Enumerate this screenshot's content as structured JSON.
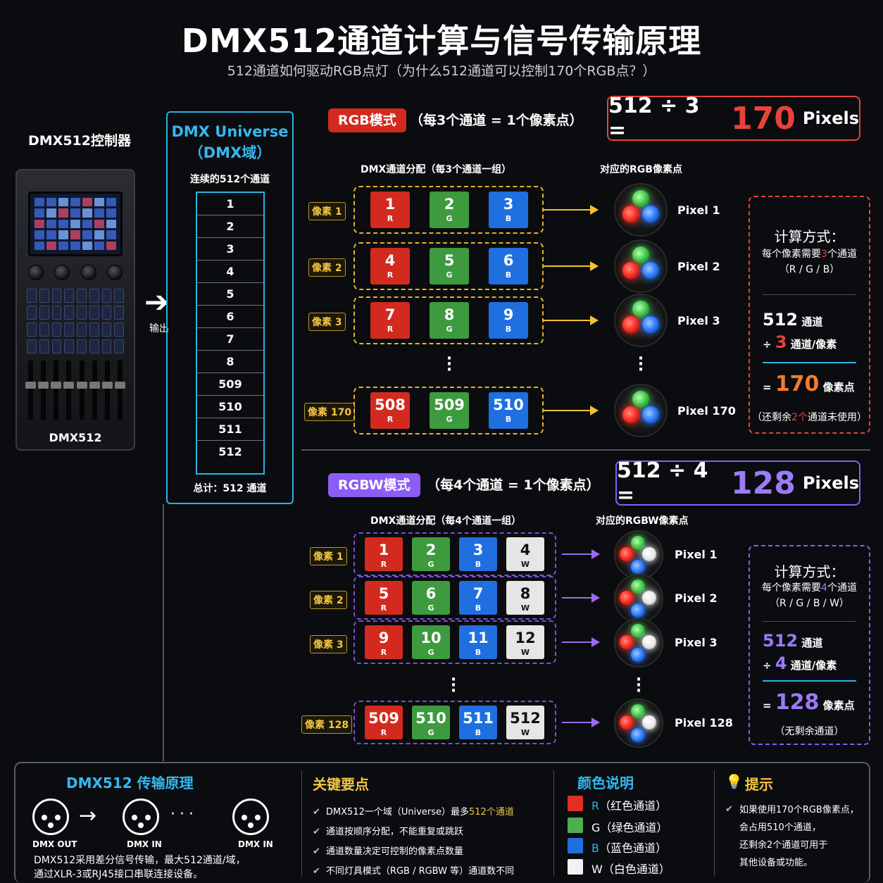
{
  "header": {
    "title": "DMX512通道计算与信号传输原理",
    "subtitle": "512通道如何驱动RGB点灯（为什么512通道可以控制170个RGB点？）"
  },
  "controller": {
    "label": "DMX512控制器",
    "name": "DMX512",
    "output_label": "输出"
  },
  "universe": {
    "title_line1": "DMX Universe",
    "title_line2": "（DMX域）",
    "subtitle": "连续的512个通道",
    "channels": [
      "1",
      "2",
      "3",
      "4",
      "5",
      "6",
      "7",
      "8",
      "509",
      "510",
      "511",
      "512"
    ],
    "total": "总计：512 通道"
  },
  "rgb": {
    "badge": "RGB模式",
    "desc": "（每3个通道 = 1个像素点）",
    "result": {
      "eq": "512 ÷ 3 =",
      "num": "170",
      "unit": "Pixels"
    },
    "col_channels": "DMX通道分配（每3个通道一组）",
    "col_pixels": "对应的RGB像素点",
    "rows": [
      {
        "label": "像素 1",
        "pixel": "Pixel 1",
        "chips": [
          {
            "n": "1",
            "l": "R"
          },
          {
            "n": "2",
            "l": "G"
          },
          {
            "n": "3",
            "l": "B"
          }
        ]
      },
      {
        "label": "像素 2",
        "pixel": "Pixel 2",
        "chips": [
          {
            "n": "4",
            "l": "R"
          },
          {
            "n": "5",
            "l": "G"
          },
          {
            "n": "6",
            "l": "B"
          }
        ]
      },
      {
        "label": "像素 3",
        "pixel": "Pixel 3",
        "chips": [
          {
            "n": "7",
            "l": "R"
          },
          {
            "n": "8",
            "l": "G"
          },
          {
            "n": "9",
            "l": "B"
          }
        ]
      },
      {
        "label": "像素 170",
        "pixel": "Pixel 170",
        "chips": [
          {
            "n": "508",
            "l": "R"
          },
          {
            "n": "509",
            "l": "G"
          },
          {
            "n": "510",
            "l": "B"
          }
        ]
      }
    ],
    "calc": {
      "title": "计算方式：",
      "desc_a": "每个像素需要",
      "desc_n": "3",
      "desc_b": "个通道",
      "desc_line2": "（R / G / B）",
      "channels_num": "512",
      "channels_unit": "通道",
      "div_sign": "÷",
      "div_num": "3",
      "div_unit": "通道/像素",
      "eq_sign": "=",
      "result_num": "170",
      "result_unit": "像素点",
      "note_a": "（还剩余",
      "note_n": "2个",
      "note_b": "通道未使用）"
    }
  },
  "rgbw": {
    "badge": "RGBW模式",
    "desc": "（每4个通道 = 1个像素点）",
    "result": {
      "eq": "512 ÷ 4 =",
      "num": "128",
      "unit": "Pixels"
    },
    "col_channels": "DMX通道分配（每4个通道一组）",
    "col_pixels": "对应的RGBW像素点",
    "rows": [
      {
        "label": "像素 1",
        "pixel": "Pixel 1",
        "chips": [
          {
            "n": "1",
            "l": "R"
          },
          {
            "n": "2",
            "l": "G"
          },
          {
            "n": "3",
            "l": "B"
          },
          {
            "n": "4",
            "l": "W"
          }
        ]
      },
      {
        "label": "像素 2",
        "pixel": "Pixel 2",
        "chips": [
          {
            "n": "5",
            "l": "R"
          },
          {
            "n": "6",
            "l": "G"
          },
          {
            "n": "7",
            "l": "B"
          },
          {
            "n": "8",
            "l": "W"
          }
        ]
      },
      {
        "label": "像素 3",
        "pixel": "Pixel 3",
        "chips": [
          {
            "n": "9",
            "l": "R"
          },
          {
            "n": "10",
            "l": "G"
          },
          {
            "n": "11",
            "l": "B"
          },
          {
            "n": "12",
            "l": "W"
          }
        ]
      },
      {
        "label": "像素 128",
        "pixel": "Pixel 128",
        "chips": [
          {
            "n": "509",
            "l": "R"
          },
          {
            "n": "510",
            "l": "G"
          },
          {
            "n": "511",
            "l": "B"
          },
          {
            "n": "512",
            "l": "W"
          }
        ]
      }
    ],
    "calc": {
      "title": "计算方式：",
      "desc_a": "每个像素需要",
      "desc_n": "4",
      "desc_b": "个通道",
      "desc_line2": "（R / G / B / W）",
      "channels_num": "512",
      "channels_unit": "通道",
      "div_sign": "÷",
      "div_num": "4",
      "div_unit": "通道/像素",
      "eq_sign": "=",
      "result_num": "128",
      "result_unit": "像素点",
      "note": "（无剩余通道）"
    }
  },
  "bottom": {
    "transmission": {
      "title": "DMX512 传输原理",
      "connectors": [
        "DMX OUT",
        "DMX IN",
        "DMX IN"
      ],
      "text_line1": "DMX512采用差分信号传输，最大512通道/域，",
      "text_line2": "通过XLR-3或RJ45接口串联连接设备。"
    },
    "key_points": {
      "title": "关键要点",
      "item1_a": "DMX512一个域（Universe）最多",
      "item1_b": "512个通道",
      "item2": "通道按顺序分配，不能重复或跳跃",
      "item3": "通道数量决定可控制的像素点数量",
      "item4": "不同灯具模式（RGB / RGBW 等）通道数不同"
    },
    "legend": {
      "title": "颜色说明",
      "items": [
        {
          "code": "R",
          "text": "（红色通道）"
        },
        {
          "code": "G",
          "text": "（绿色通道）"
        },
        {
          "code": "B",
          "text": "（蓝色通道）"
        },
        {
          "code": "W",
          "text": "（白色通道）"
        }
      ]
    },
    "tip": {
      "title": "提示",
      "line1": "如果使用170个RGB像素点，",
      "line2": "会占用510个通道，",
      "line3": "还剩余2个通道可用于",
      "line4": "其他设备或功能。"
    }
  },
  "colors": {
    "red": "#d32a1f",
    "green": "#3d9a3f",
    "blue": "#1f6fe0",
    "white": "#e6e6e6",
    "rgb_accent": "#e8423a",
    "rgbw_accent": "#8b5cf6",
    "cyan": "#2bb3e0",
    "gold": "#f4c542"
  }
}
